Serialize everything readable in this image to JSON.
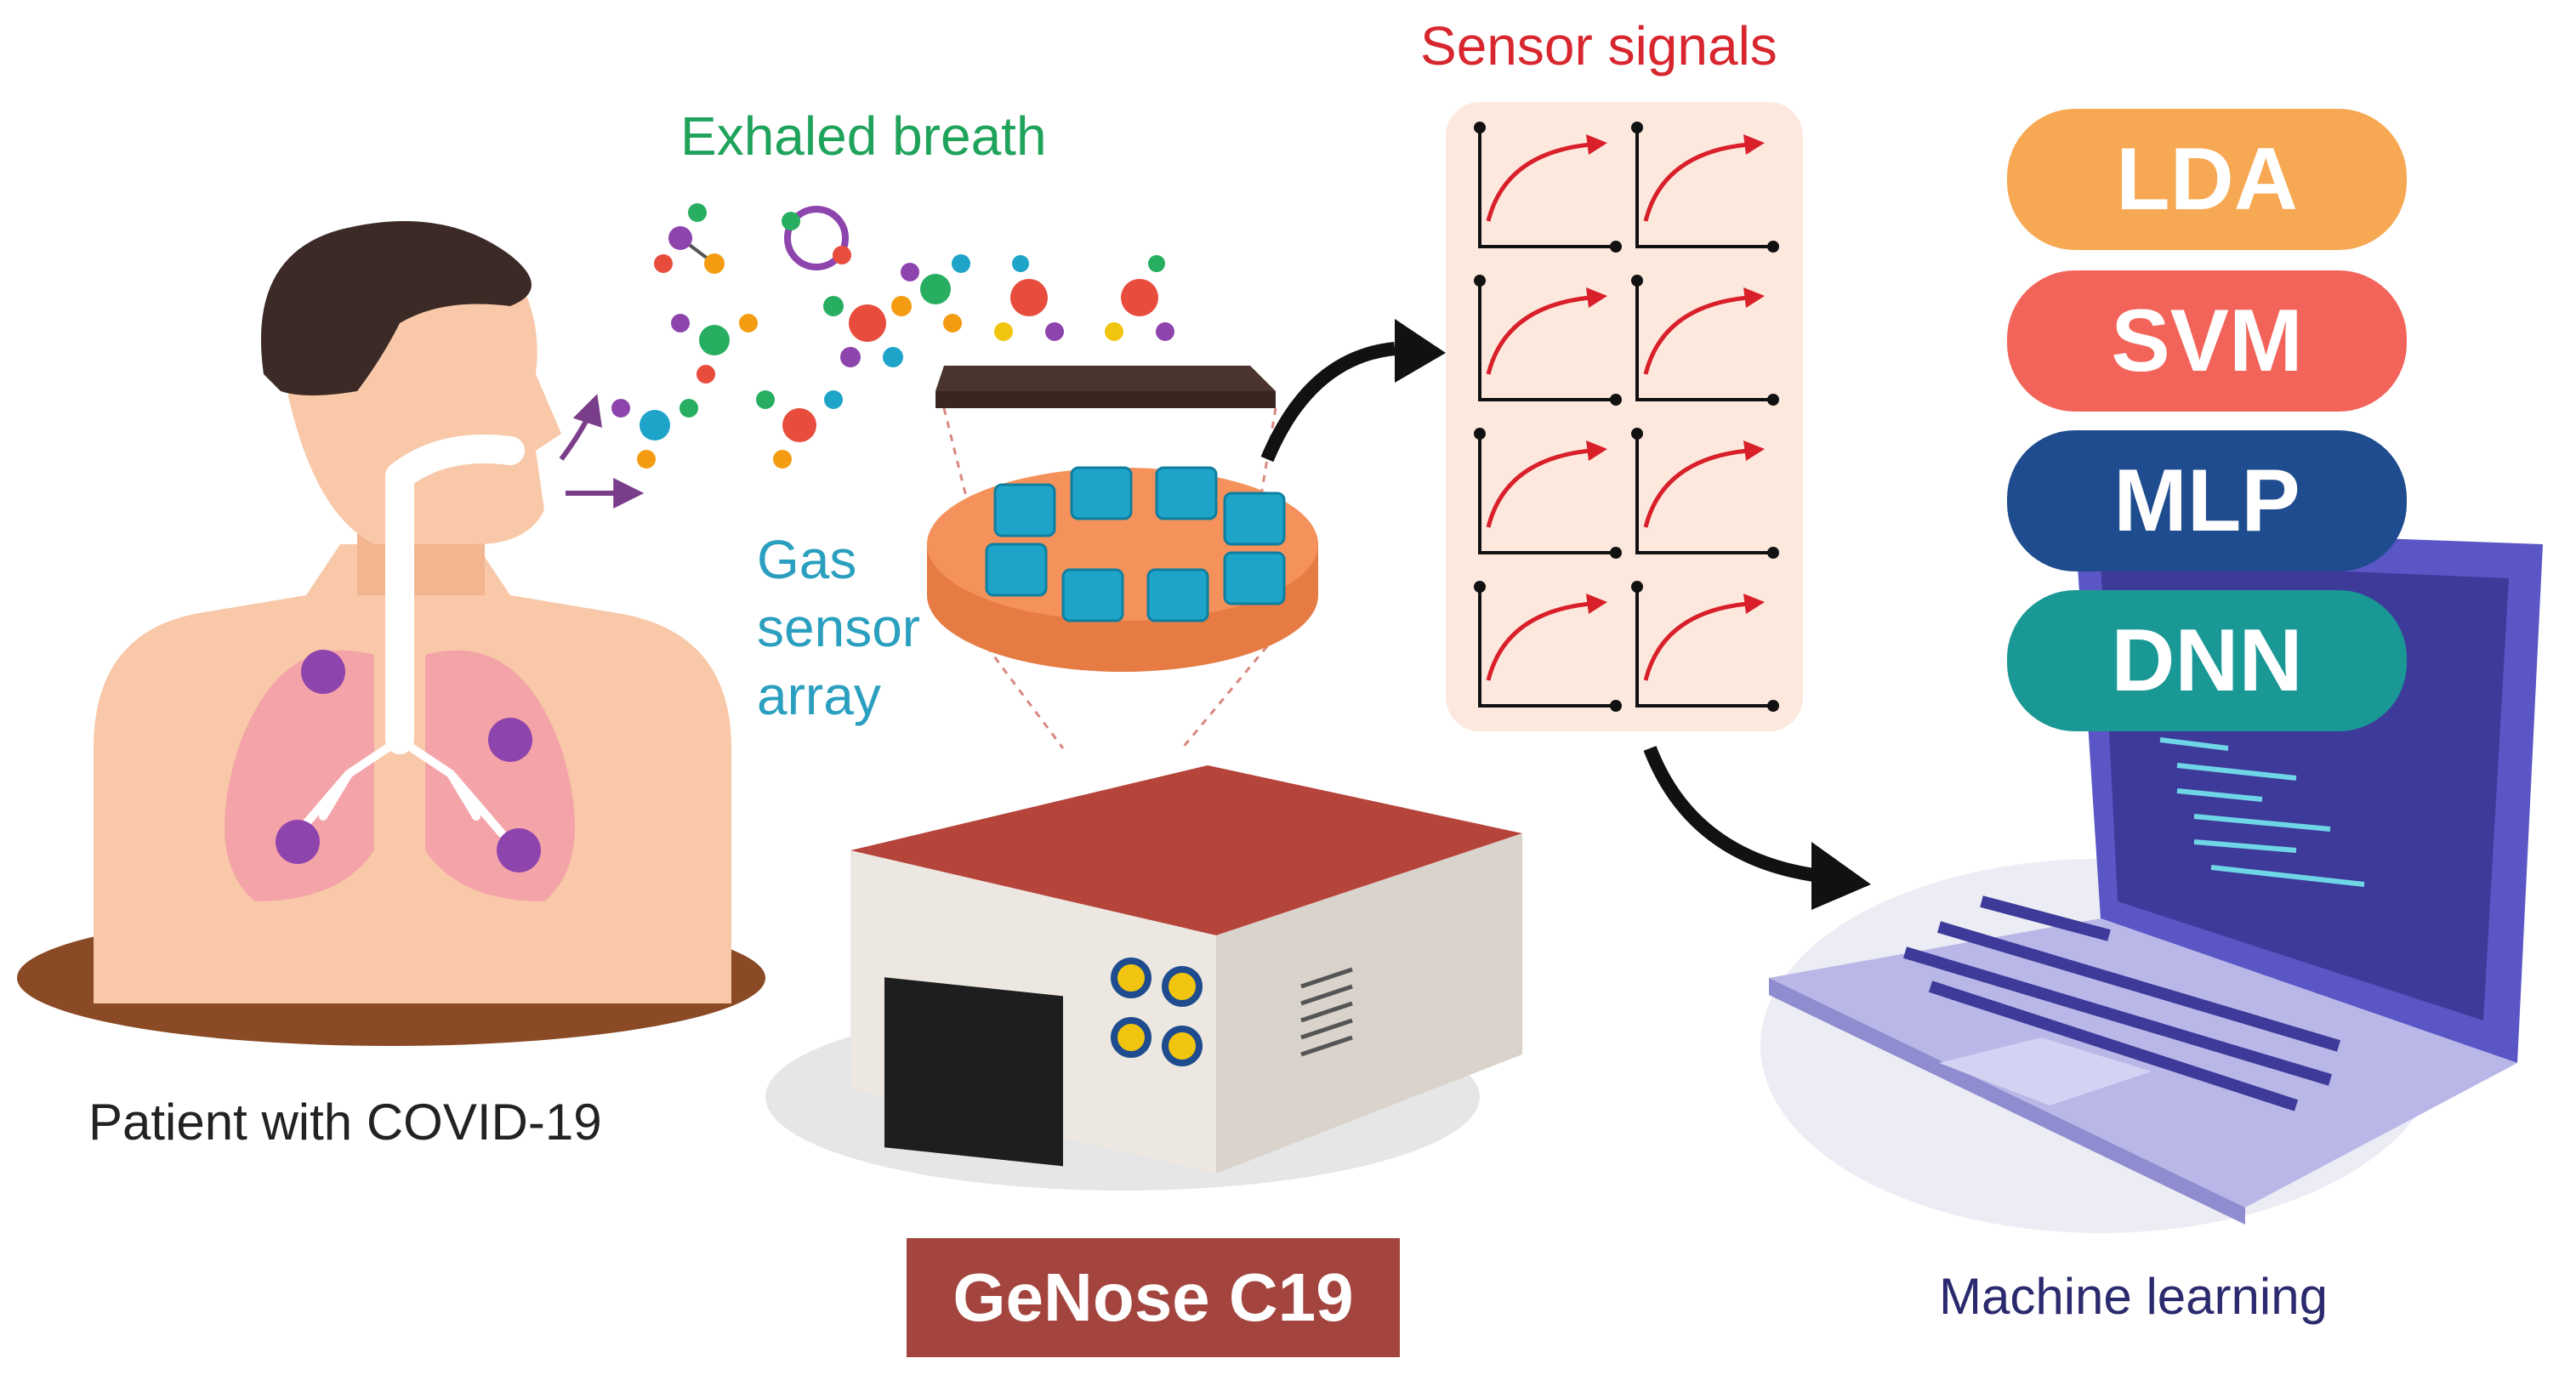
{
  "labels": {
    "exhaled_breath": "Exhaled breath",
    "sensor_signals": "Sensor signals",
    "gas_sensor_array": [
      "Gas",
      "sensor",
      "array"
    ],
    "patient": "Patient with COVID-19",
    "device_name": "GeNose C19",
    "machine_learning": "Machine learning"
  },
  "algorithms": [
    {
      "label": "LDA",
      "color": "#f7a852"
    },
    {
      "label": "SVM",
      "color": "#f26459"
    },
    {
      "label": "MLP",
      "color": "#1e4c8e"
    },
    {
      "label": "DNN",
      "color": "#1a9896"
    }
  ],
  "colors": {
    "skin": "#f8c8a8",
    "lungs": "#f4a3a8",
    "virus": "#8e44ad",
    "sensor_cylinder": "#1ea3c9",
    "sensor_plate": "#f5925b",
    "device_red": "#b5443b",
    "device_body": "#ece7e0",
    "signal_panel": "#fde8de",
    "signal_curve": "#d81f2a",
    "laptop": "#7b78cf",
    "ground": "#8a4a25"
  }
}
